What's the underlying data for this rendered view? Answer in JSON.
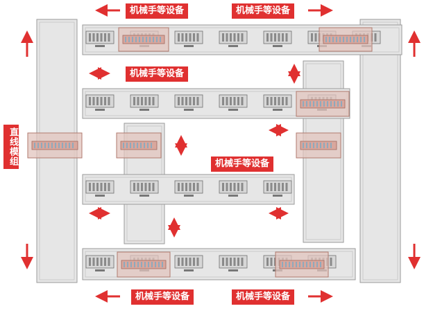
{
  "labels": {
    "top_left": "机械手等设备",
    "top_right": "机械手等设备",
    "row2": "机械手等设备",
    "mid": "机械手等设备",
    "bottom_left": "机械手等设备",
    "bottom_right": "机械手等设备",
    "side": "直线模组"
  },
  "colors": {
    "accent": "#e03030",
    "track": "#e6e6e6",
    "track_border": "#9a9a9a",
    "module": "#d7d7d7",
    "carrier": "#d9a79d"
  }
}
